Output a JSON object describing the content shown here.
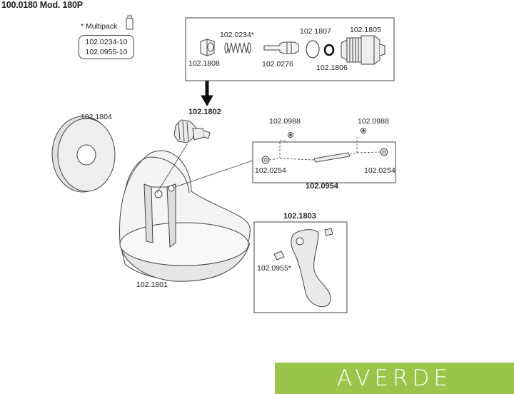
{
  "title": "100.0180 Mod. 180P",
  "multipack": {
    "label": "* Multipack",
    "items": [
      "102.0234-10",
      "102.0955-10"
    ]
  },
  "nipple_parts": {
    "p1808": "102.1808",
    "p0234": "102.0234*",
    "p0276": "102.0276",
    "p1807": "102.1807",
    "p1806": "102.1806",
    "p1805": "102.1805"
  },
  "parts": {
    "p1802": "102.1802",
    "p1804": "102.1804",
    "p1801": "102.1801",
    "p0988_left": "102.0988",
    "p0988_right": "102.0988",
    "p0254_left": "102.0254",
    "p0254_right": "102.0254",
    "p0954": "102.0954",
    "p1803": "102.1803",
    "p0955": "102.0955*"
  },
  "logo": "AVERDE",
  "colors": {
    "logo_bg": "#9bc54a",
    "line": "#444444"
  }
}
